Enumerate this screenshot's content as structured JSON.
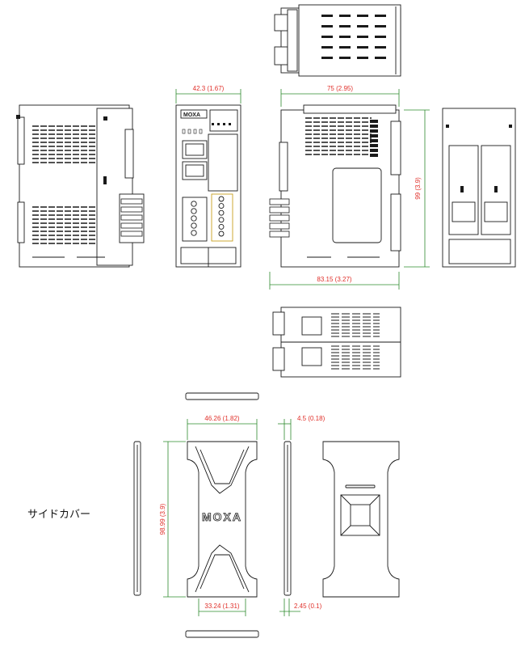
{
  "side_cover_label": "サイドカバー",
  "logo_text": "MOXA",
  "dimensions": {
    "front_width": "42.3 (1.67)",
    "side_depth": "75 (2.95)",
    "height": "99 (3.9)",
    "total_depth": "83.15 (3.27)",
    "cover_width": "46.26 (1.82)",
    "cover_thickness": "4.5 (0.18)",
    "cover_height": "98.99 (3.9)",
    "cover_inner_width": "33.24 (1.31)",
    "cover_edge": "2.45 (0.1)"
  },
  "colors": {
    "dimension_line": "#2e8b2e",
    "dimension_text": "#e0302a",
    "drawing": "#1a1a1a"
  }
}
